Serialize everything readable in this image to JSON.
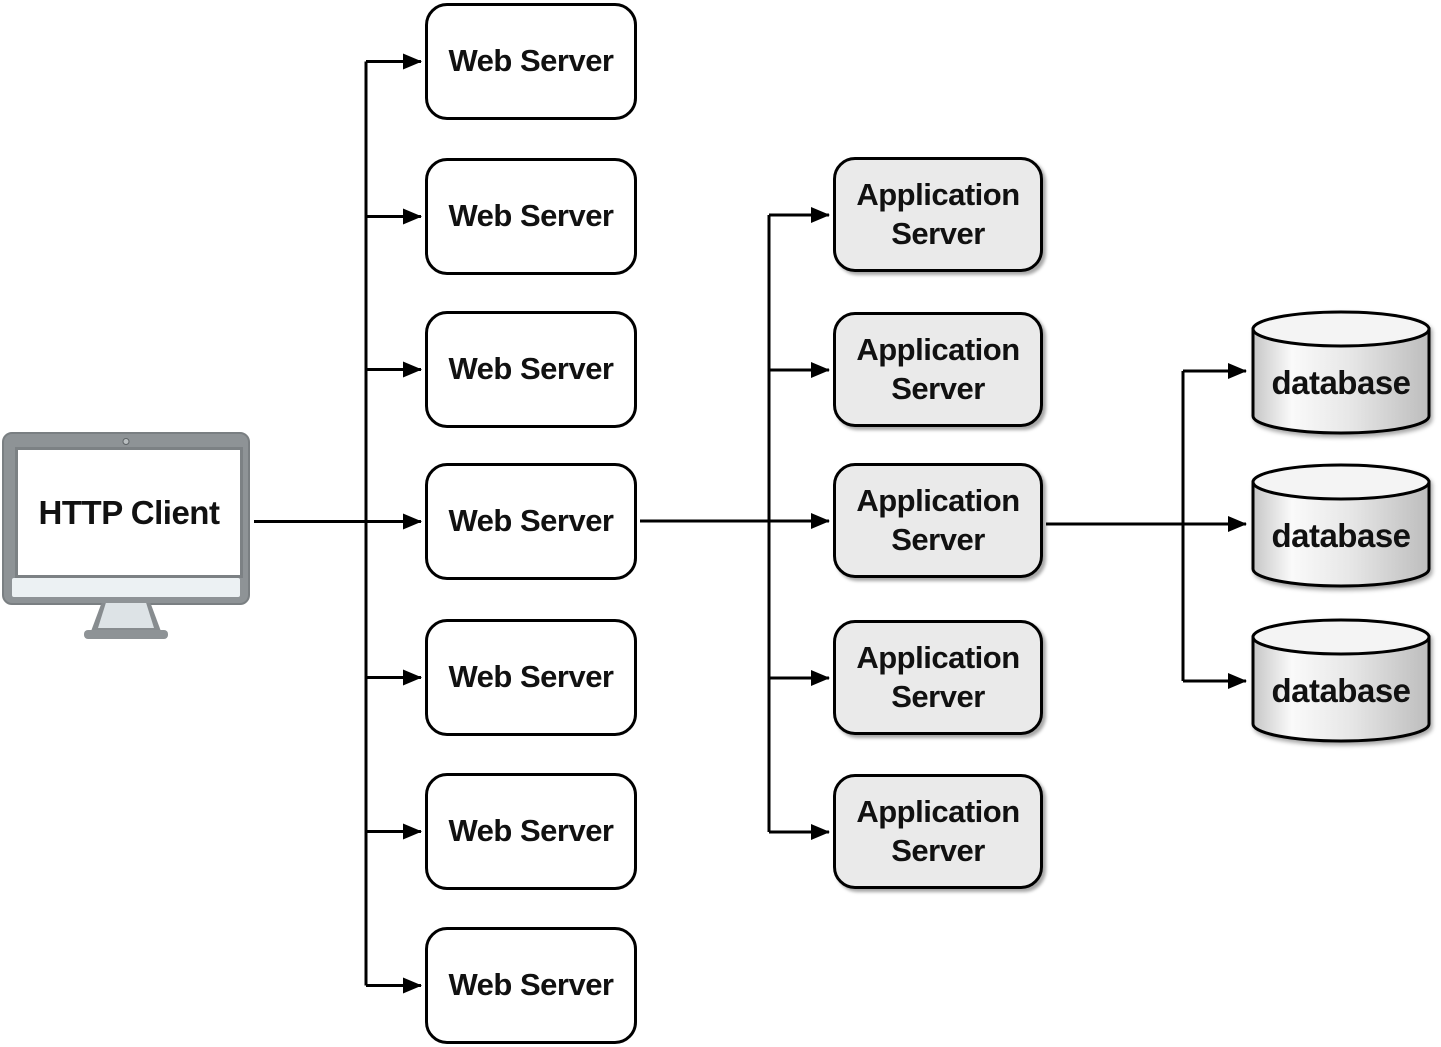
{
  "diagram": {
    "client": {
      "label": "HTTP Client"
    },
    "web_servers": [
      {
        "label": "Web Server"
      },
      {
        "label": "Web Server"
      },
      {
        "label": "Web Server"
      },
      {
        "label": "Web Server"
      },
      {
        "label": "Web Server"
      },
      {
        "label": "Web Server"
      },
      {
        "label": "Web Server"
      }
    ],
    "app_servers": [
      {
        "label": "Application Server"
      },
      {
        "label": "Application Server"
      },
      {
        "label": "Application Server"
      },
      {
        "label": "Application Server"
      },
      {
        "label": "Application Server"
      }
    ],
    "databases": [
      {
        "label": "database"
      },
      {
        "label": "database"
      },
      {
        "label": "database"
      }
    ],
    "colors": {
      "line": "#000000",
      "node_border": "#000000",
      "web_fill": "#ffffff",
      "app_fill": "#eaeaea",
      "db_top_fill": "#f4f4f4",
      "monitor_frame": "#8e9396",
      "monitor_chin": "#ecf1f3"
    }
  }
}
